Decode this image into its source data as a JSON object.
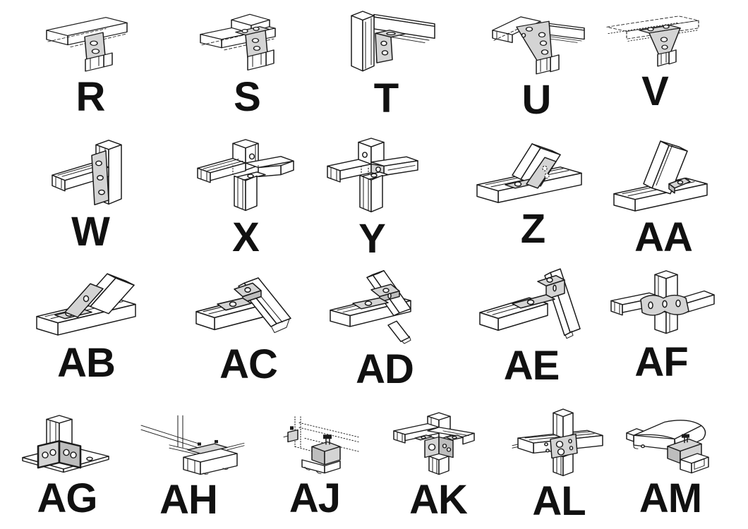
{
  "page": {
    "background": "#ffffff",
    "kind": "strut-channel-fittings-catalog-diagram"
  },
  "colors": {
    "line": "#1b1b1b",
    "plate": "#d4d4d4",
    "plate_shade": "#bdbdbd",
    "label": "#111111",
    "background": "#ffffff"
  },
  "fittings": [
    {
      "id": "R",
      "label": "R",
      "depicts": "two-hole-flat-plate-tee-hanger"
    },
    {
      "id": "S",
      "label": "S",
      "depicts": "four-hole-bent-plate-cross-hanger"
    },
    {
      "id": "T",
      "label": "T",
      "depicts": "corner-angle-bracket-beam-to-post"
    },
    {
      "id": "U",
      "label": "U",
      "depicts": "gusset-plate-cross-hanger"
    },
    {
      "id": "V",
      "label": "V",
      "depicts": "triangular-gusset-hanger"
    },
    {
      "id": "W",
      "label": "W",
      "depicts": "three-hole-plate-post-to-beam"
    },
    {
      "id": "X",
      "label": "X",
      "depicts": "four-way-channel-cross"
    },
    {
      "id": "Y",
      "label": "Y",
      "depicts": "four-way-channel-cross-offset"
    },
    {
      "id": "Z",
      "label": "Z",
      "depicts": "obtuse-angle-brace-45deg"
    },
    {
      "id": "AA",
      "label": "AA",
      "depicts": "acute-angle-brace-60deg"
    },
    {
      "id": "AB",
      "label": "AB",
      "depicts": "obtuse-angle-brace-mirrored"
    },
    {
      "id": "AC",
      "label": "AC",
      "depicts": "z-plate-crossover-connection"
    },
    {
      "id": "AD",
      "label": "AD",
      "depicts": "z-plate-crossover-steep"
    },
    {
      "id": "AE",
      "label": "AE",
      "depicts": "z-bracket-channel-to-post"
    },
    {
      "id": "AF",
      "label": "AF",
      "depicts": "wing-plate-post-to-channels"
    },
    {
      "id": "AG",
      "label": "AG",
      "depicts": "post-base-with-square-plate"
    },
    {
      "id": "AH",
      "label": "AH",
      "depicts": "beam-clamp-plate-with-bolts"
    },
    {
      "id": "AJ",
      "label": "AJ",
      "depicts": "beam-clamps-on-structural-steel"
    },
    {
      "id": "AK",
      "label": "AK",
      "depicts": "three-way-corner-cube-connection"
    },
    {
      "id": "AL",
      "label": "AL",
      "depicts": "four-hole-plate-cross-connection"
    },
    {
      "id": "AM",
      "label": "AM",
      "depicts": "u-clamp-beam-to-channel"
    }
  ]
}
